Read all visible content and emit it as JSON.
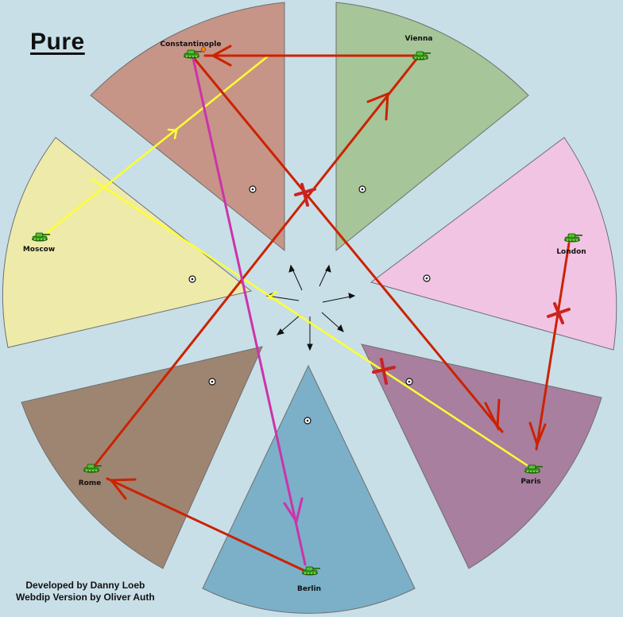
{
  "map": {
    "title": "Pure",
    "credits": [
      "Developed by Danny Loeb",
      "Webdip Version by Oliver Auth"
    ]
  },
  "colors": {
    "background": "#c8dfe8",
    "ocean_border": "#7f8a8f",
    "move": "#cc2200",
    "support": "#ffff33",
    "convoy": "#cc33aa",
    "failed_mark": "#cc2222",
    "unit": "#3aa01a"
  },
  "territories": [
    {
      "name": "Constantinople",
      "color": "#c79488",
      "unit": "army"
    },
    {
      "name": "Vienna",
      "color": "#a6c598",
      "unit": "army"
    },
    {
      "name": "London",
      "color": "#f2c4e4",
      "unit": "army"
    },
    {
      "name": "Paris",
      "color": "#a87f9e",
      "unit": "army"
    },
    {
      "name": "Berlin",
      "color": "#7bb0c8",
      "unit": "army"
    },
    {
      "name": "Rome",
      "color": "#9e8571",
      "unit": "army"
    },
    {
      "name": "Moscow",
      "color": "#eeeaaa",
      "unit": "army"
    }
  ],
  "orders": [
    {
      "type": "move",
      "from": "Vienna",
      "to": "Constantinople",
      "result": "success"
    },
    {
      "type": "move",
      "from": "Constantinople",
      "to": "Paris",
      "result": "failed"
    },
    {
      "type": "move",
      "from": "Rome",
      "to": "Vienna",
      "result": "failed"
    },
    {
      "type": "move",
      "from": "London",
      "to": "Paris",
      "result": "failed"
    },
    {
      "type": "move",
      "from": "Berlin",
      "to": "Rome",
      "result": "success"
    },
    {
      "type": "support",
      "from": "Moscow",
      "to": "Constantinople",
      "result": "success"
    },
    {
      "type": "support",
      "from": "Paris",
      "to": "Moscow",
      "result": "failed"
    },
    {
      "type": "move",
      "from": "Constantinople",
      "to": "Berlin",
      "result": "success",
      "style": "convoy"
    }
  ]
}
